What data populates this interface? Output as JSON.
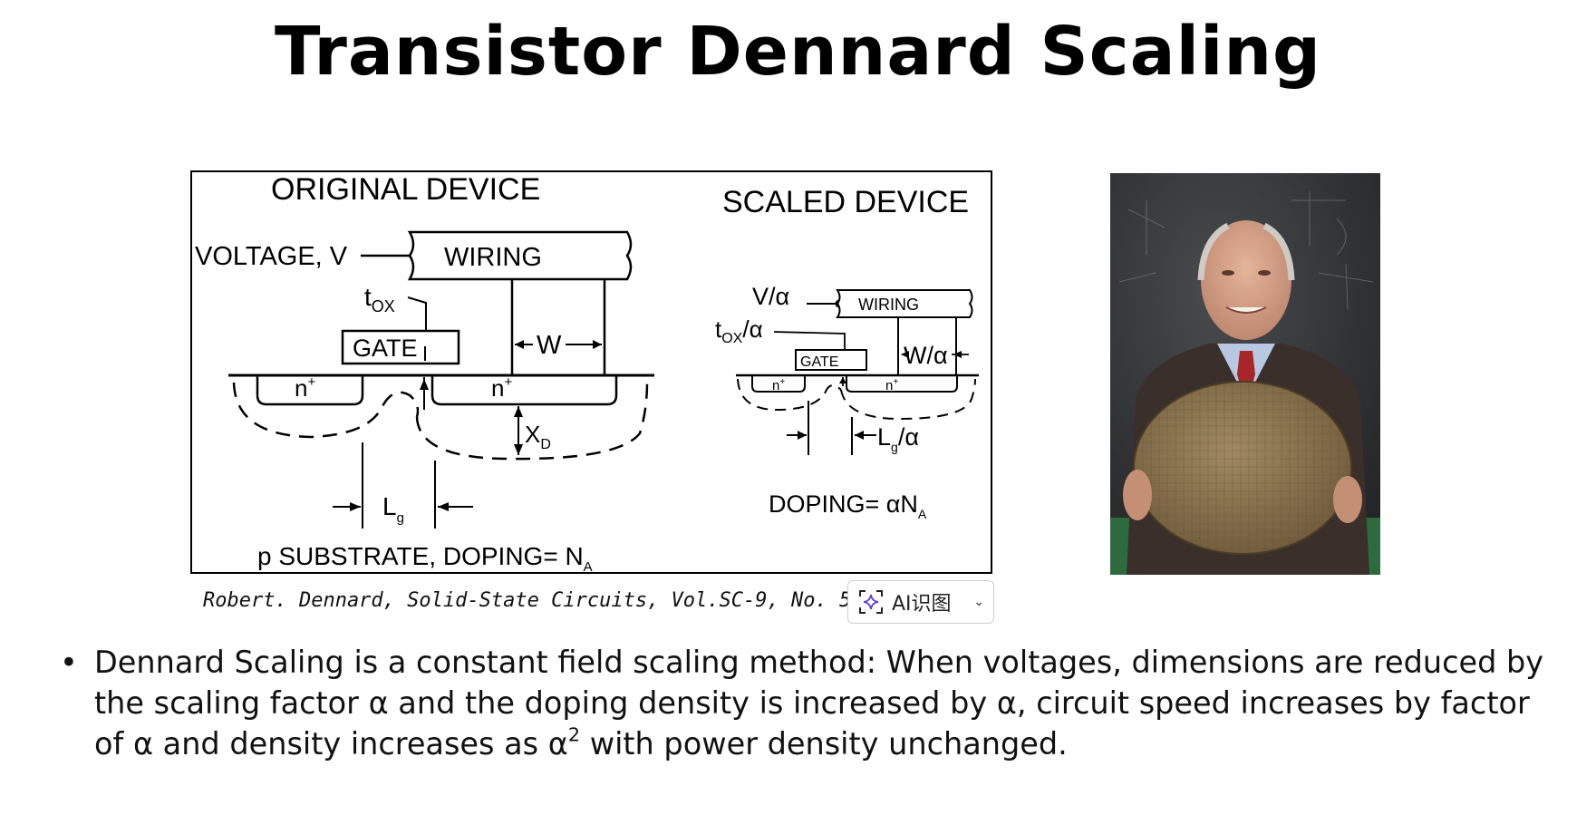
{
  "slide": {
    "title": "Transistor Dennard Scaling"
  },
  "diagram": {
    "original_heading": "ORIGINAL DEVICE",
    "scaled_heading": "SCALED DEVICE",
    "original": {
      "voltage_label": "VOLTAGE, V",
      "wiring_label": "WIRING",
      "tox_base": "t",
      "tox_sub": "OX",
      "gate_label": "GATE",
      "w_label": "W",
      "n_left_base": "n",
      "n_left_sup": "+",
      "n_right_base": "n",
      "n_right_sup": "+",
      "xd_base": "X",
      "xd_sub": "D",
      "lg_base": "L",
      "lg_sub": "g",
      "substrate_base": "p SUBSTRATE, DOPING= N",
      "substrate_sub": "A"
    },
    "scaled": {
      "voltage_label": "V/α",
      "wiring_label": "WIRING",
      "tox_base": "t",
      "tox_sub": "OX",
      "tox_suffix": "/α",
      "gate_label": "GATE",
      "w_label": "W/α",
      "n_left_base": "n",
      "n_left_sup": "+",
      "n_right_base": "n",
      "n_right_sup": "+",
      "lg_base": "L",
      "lg_sub": "g",
      "lg_suffix": "/α",
      "doping_base": "DOPING= αN",
      "doping_sub": "A"
    }
  },
  "caption": "Robert. Dennard, Solid-State Circuits, Vol.SC-9, No. 5, 1974 [2]",
  "ai_button": {
    "label": "AI识图"
  },
  "bullet": {
    "marker": "•",
    "text_before_sup": "Dennard Scaling is a constant field scaling method: When voltages, dimensions are reduced by the scaling factor α and the doping density is increased by α, circuit speed increases by factor of α and density increases as α",
    "sup": "2",
    "text_after_sup": " with power density unchanged."
  },
  "colors": {
    "ai_icon_accent": "#5b3fd6",
    "wafer": "#8c7550"
  }
}
